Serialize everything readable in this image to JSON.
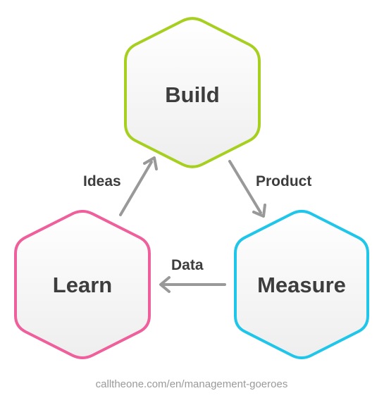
{
  "nodes": {
    "build": {
      "label": "Build",
      "border_color": "#a6cf1f"
    },
    "measure": {
      "label": "Measure",
      "border_color": "#1fc6ea"
    },
    "learn": {
      "label": "Learn",
      "border_color": "#ef5f9c"
    }
  },
  "edges": {
    "ideas": {
      "label": "Ideas",
      "from": "Learn",
      "to": "Build"
    },
    "product": {
      "label": "Product",
      "from": "Build",
      "to": "Measure"
    },
    "data": {
      "label": "Data",
      "from": "Measure",
      "to": "Learn"
    }
  },
  "arrow_color": "#999999",
  "source_text": "calltheone.com/en/management-goeroes"
}
